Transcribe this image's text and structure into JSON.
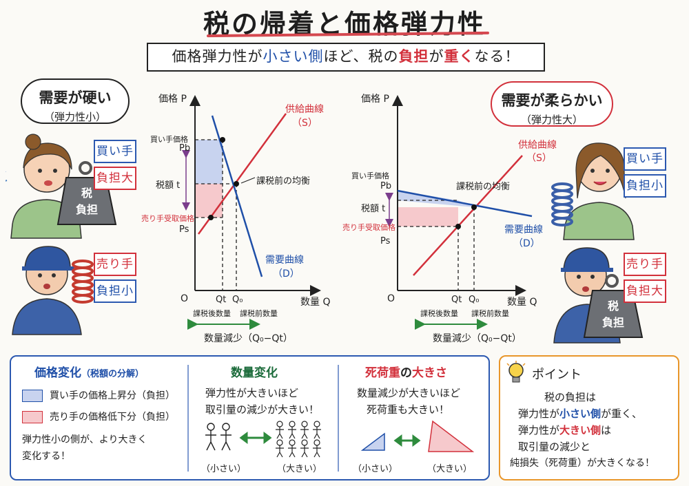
{
  "title": "税の帰着と価格弾力性",
  "banner": {
    "p1": "価格弾力性が",
    "p2": "小さい側",
    "p3": "ほど、税の",
    "p4": "負担",
    "p5": "が",
    "p6": "重く",
    "p7": "なる！"
  },
  "left": {
    "cloud_main": "需要が硬い",
    "cloud_sub": "（弾力性小）",
    "buyer_tag": "買い手",
    "buyer_burden": "負担大",
    "seller_tag": "売り手",
    "seller_burden": "負担小",
    "weight_text1": "税",
    "weight_text2": "負担",
    "y_axis": "価格 P",
    "x_axis": "数量 Q",
    "origin": "O",
    "buyer_price": "買い手価格",
    "pb": "Pb",
    "tax": "税額 t",
    "seller_price": "売り手受取価格",
    "ps": "Ps",
    "supply": "供給曲線",
    "supply_s": "（S）",
    "demand": "需要曲線",
    "demand_d": "（D）",
    "eq": "課税前の均衡",
    "qt": "Qt",
    "q0": "Q₀",
    "after_qty": "課税後数量",
    "before_qty": "課税前数量",
    "reduction": "数量減少（Q₀−Qt）"
  },
  "right": {
    "cloud_main": "需要が柔らかい",
    "cloud_sub": "（弾力性大）",
    "buyer_tag": "買い手",
    "buyer_burden": "負担小",
    "seller_tag": "売り手",
    "seller_burden": "負担大",
    "weight_text1": "税",
    "weight_text2": "負担",
    "y_axis": "価格 P",
    "x_axis": "数量 Q",
    "origin": "O",
    "buyer_price": "買い手価格",
    "pb": "Pb",
    "tax": "税額 t",
    "seller_price": "売り手受取価格",
    "ps": "Ps",
    "supply": "供給曲線",
    "supply_s": "（S）",
    "demand": "需要曲線",
    "demand_d": "（D）",
    "eq": "課税前の均衡",
    "qt": "Qt",
    "q0": "Q₀",
    "after_qty": "課税後数量",
    "before_qty": "課税前数量",
    "reduction": "数量減少（Q₀−Qt）"
  },
  "bottom": {
    "price_title": "価格変化",
    "price_title_sub": "（税額の分解）",
    "legend_buyer": "買い手の価格上昇分（負担）",
    "legend_seller": "売り手の価格低下分（負担）",
    "price_note1": "弾力性小の側が、より大きく",
    "price_note2": "変化する！",
    "qty_title": "数量変化",
    "qty_text1": "弾力性が大きいほど",
    "qty_text2": "取引量の減少が大きい！",
    "small": "（小さい）",
    "large": "（大きい）",
    "dwl_title1": "死荷重",
    "dwl_title2": "の",
    "dwl_title3": "大きさ",
    "dwl_text1": "数量減少が大きいほど",
    "dwl_text2": "死荷重も大きい！",
    "dwl_small": "（小さい）",
    "dwl_large": "（大きい）",
    "point_title": "ポイント",
    "point_l1": "税の負担は",
    "point_l2a": "弾力性が",
    "point_l2b": "小さい側",
    "point_l2c": "が重く、",
    "point_l3a": "弾力性が",
    "point_l3b": "大きい側",
    "point_l3c": "は",
    "point_l4": "取引量の減少と",
    "point_l5": "純損失（死荷重）が大きくなる！"
  },
  "colors": {
    "blue": "#1f4fa8",
    "red": "#d2303b",
    "orange": "#e8962a",
    "green": "#2e8b3d"
  }
}
